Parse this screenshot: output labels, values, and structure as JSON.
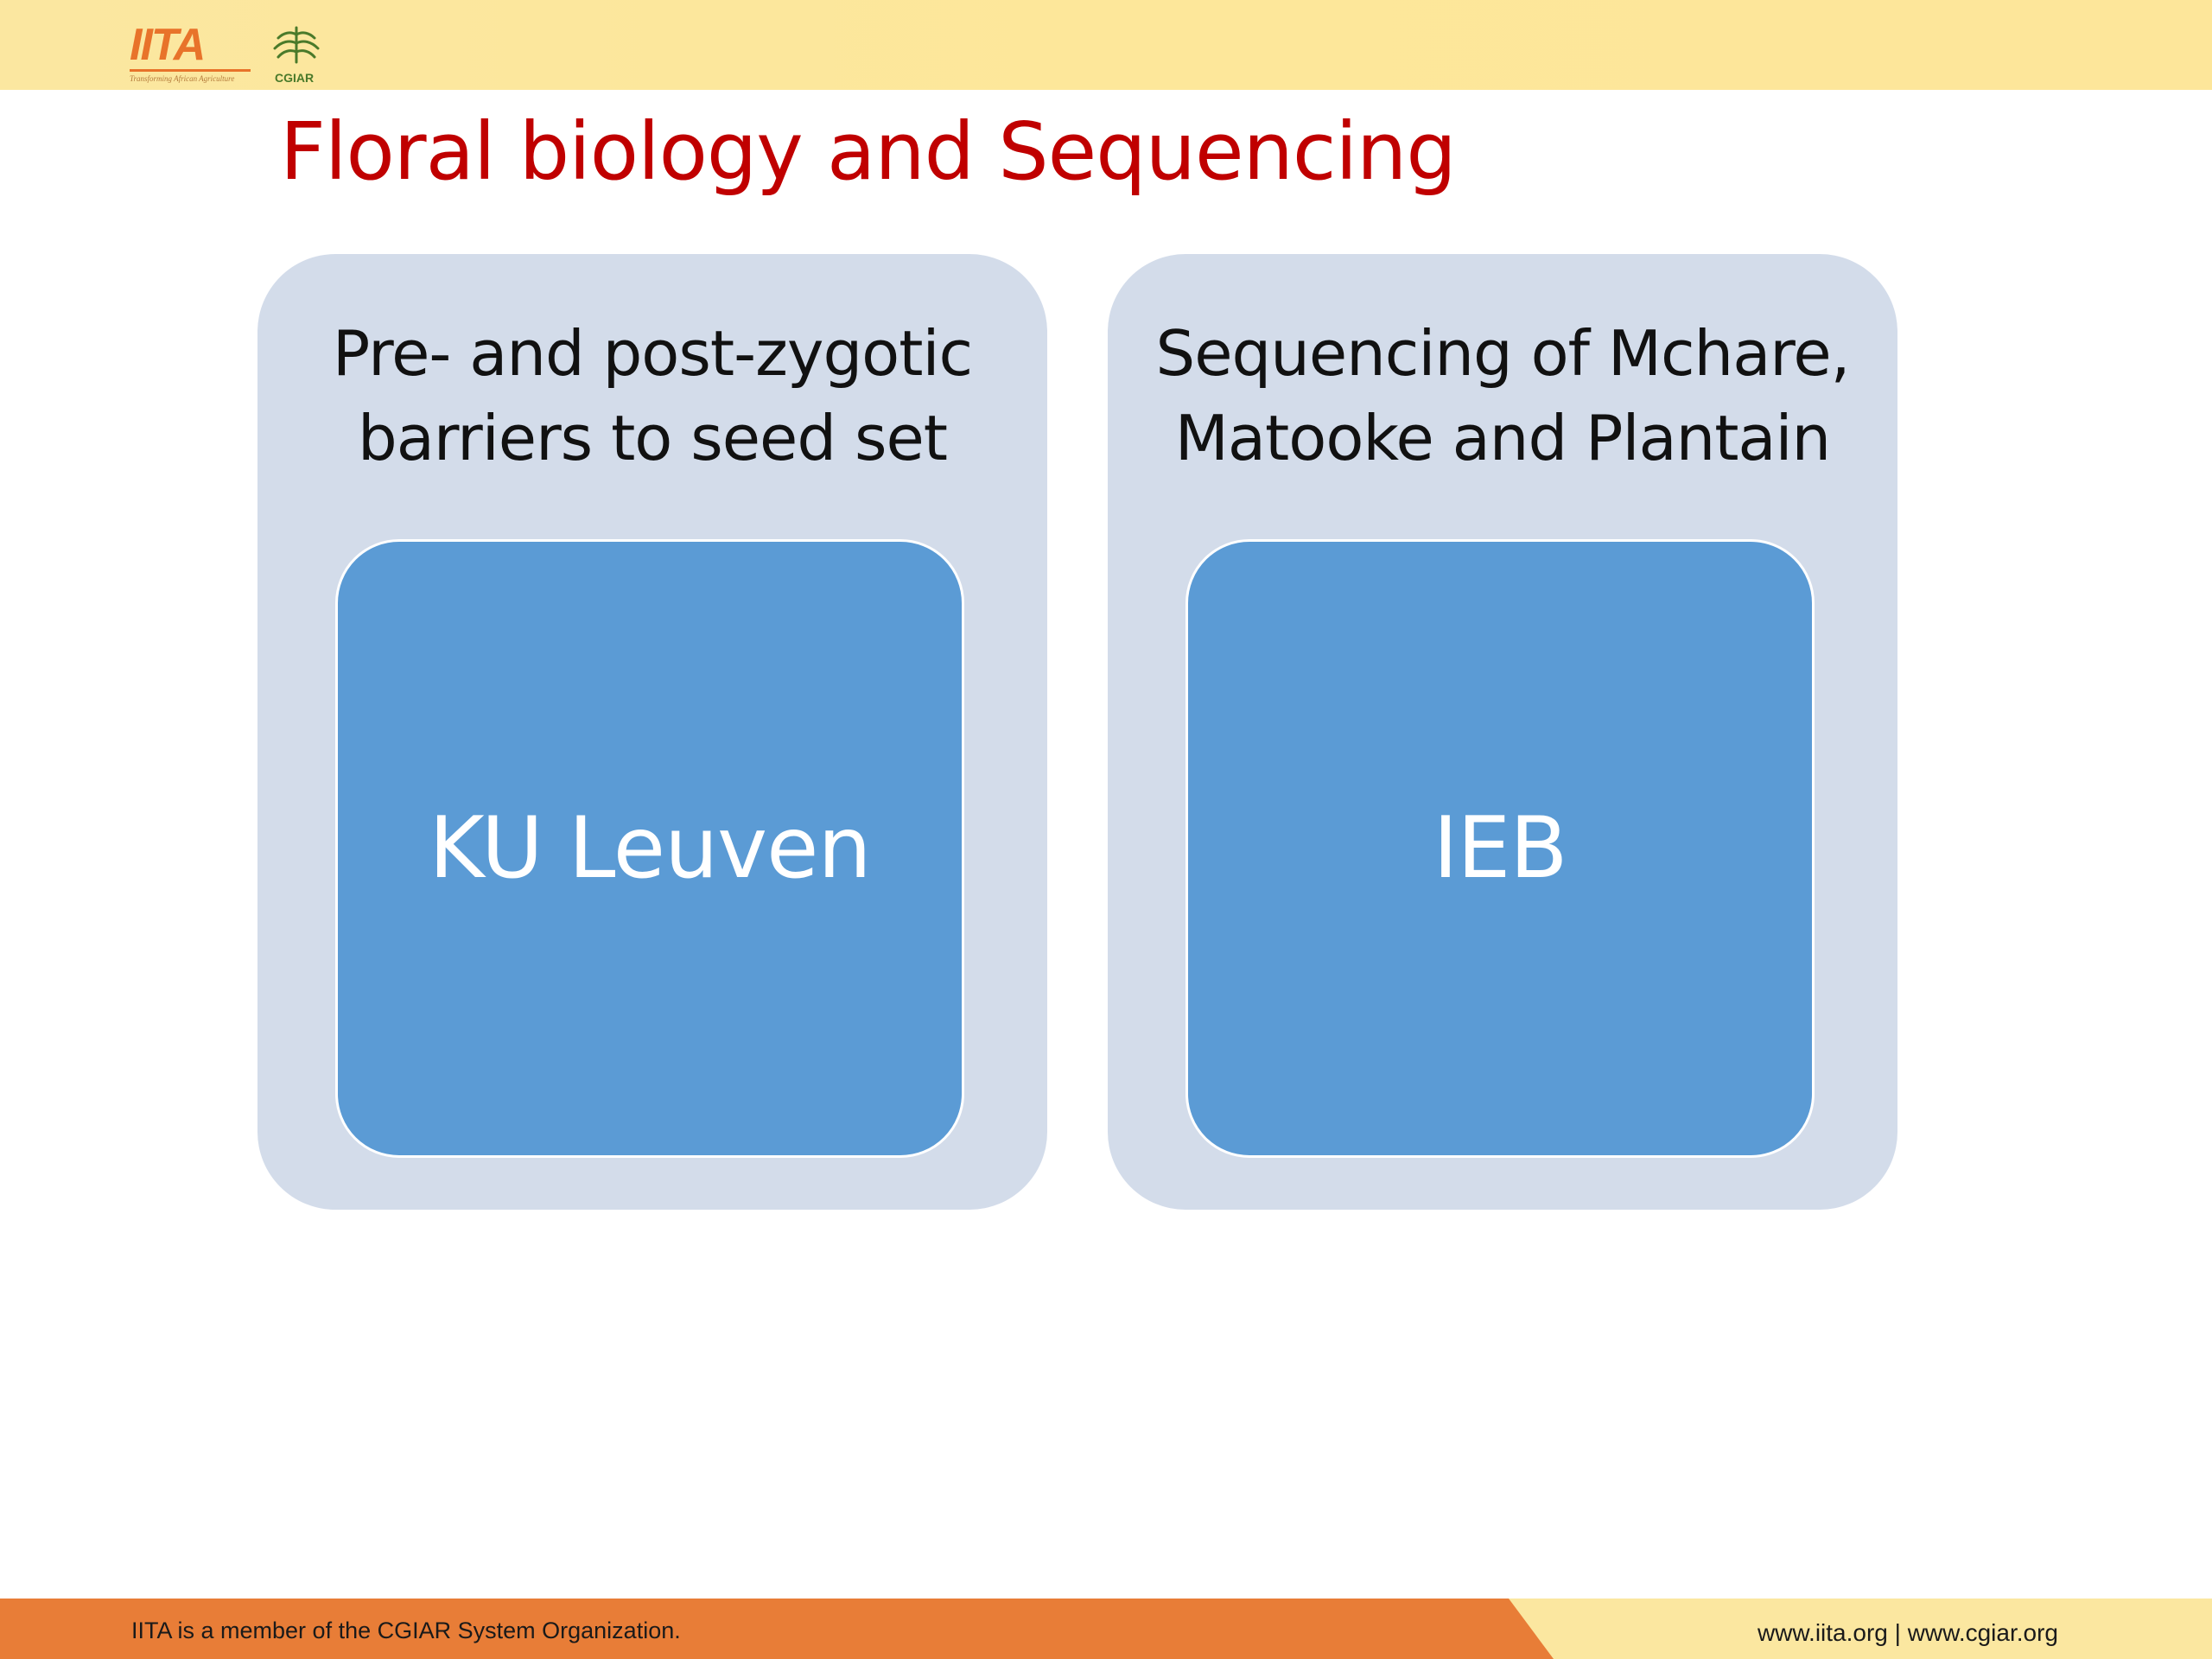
{
  "header": {
    "logo_iita": "IITA",
    "logo_tagline": "Transforming African Agriculture",
    "logo_cgiar": "CGIAR"
  },
  "title": "Floral biology and Sequencing",
  "boxes": [
    {
      "heading_line1": "Pre- and post-zygotic",
      "heading_line2": "barriers to seed set",
      "inner_label": "KU Leuven"
    },
    {
      "heading_line1": "Sequencing of Mchare,",
      "heading_line2": "Matooke and Plantain",
      "inner_label": "IEB"
    }
  ],
  "footer": {
    "left_text": "IITA is a member of the CGIAR System Organization.",
    "right_text": "www.iita.org | www.cgiar.org"
  },
  "colors": {
    "title": "#c00000",
    "header_band": "#fde79a",
    "footer_band": "#e87d37",
    "outer_box": "#d3dcea",
    "inner_box": "#5b9bd5"
  }
}
